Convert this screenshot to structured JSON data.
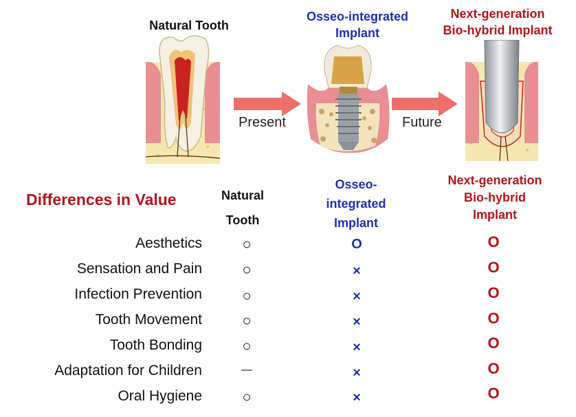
{
  "images": {
    "natural_title": "Natural Tooth",
    "osseo_title_1": "Osseo-integrated",
    "osseo_title_2": "Implant",
    "bio_title_1": "Next-generation",
    "bio_title_2": "Bio-hybrid Implant",
    "arrow_present": "Present",
    "arrow_future": "Future"
  },
  "table": {
    "title": "Differences in Value",
    "columns": {
      "natural": [
        "Natural",
        "Tooth"
      ],
      "osseo": [
        "Osseo-",
        "integrated",
        "Implant"
      ],
      "bio": [
        "Next-generation",
        "Bio-hybrid",
        "Implant"
      ]
    },
    "rows": [
      {
        "label": "Aesthetics",
        "natural": "○",
        "osseo": "O",
        "bio": "O"
      },
      {
        "label": "Sensation and Pain",
        "natural": "○",
        "osseo": "×",
        "bio": "O"
      },
      {
        "label": "Infection Prevention",
        "natural": "○",
        "osseo": "×",
        "bio": "O"
      },
      {
        "label": "Tooth Movement",
        "natural": "○",
        "osseo": "×",
        "bio": "O"
      },
      {
        "label": "Tooth Bonding",
        "natural": "○",
        "osseo": "×",
        "bio": "O"
      },
      {
        "label": "Adaptation for Children",
        "natural": "—",
        "osseo": "×",
        "bio": "O"
      },
      {
        "label": "Oral Hygiene",
        "natural": "○",
        "osseo": "×",
        "bio": "O"
      }
    ]
  },
  "colors": {
    "red": "#b0141c",
    "blue": "#1f2fae",
    "arrow": "#ec6f6a",
    "bone": "#f6e6b0",
    "gum": "#e98e93"
  }
}
